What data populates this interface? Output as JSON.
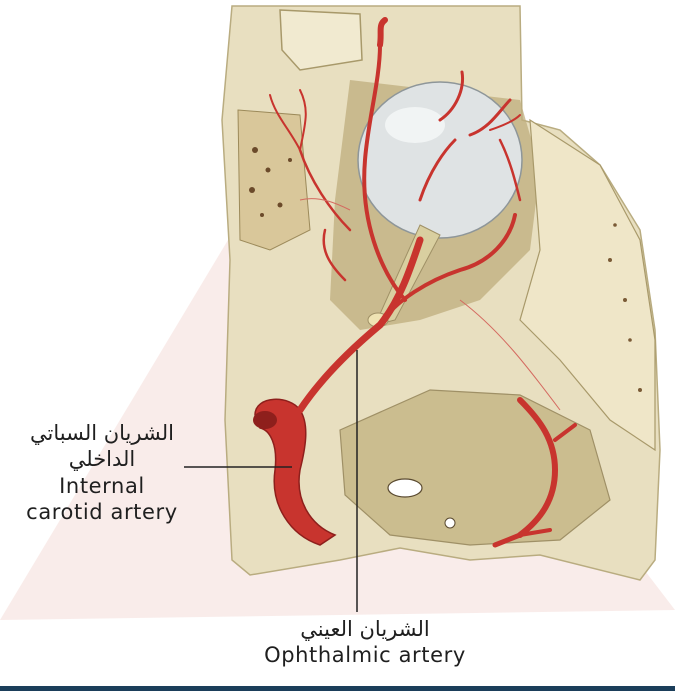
{
  "labels": {
    "internal_carotid": {
      "arabic_line1": "الشريان السباتي",
      "arabic_line2": "الداخلي",
      "english_line1": "Internal",
      "english_line2": "carotid artery"
    },
    "ophthalmic": {
      "arabic": "الشريان العيني",
      "english": "Ophthalmic artery"
    }
  },
  "colors": {
    "bone": "#e8dfc0",
    "bone_shade": "#cfc39a",
    "artery": "#c8342e",
    "artery_dark": "#8e1f1c",
    "eyeball": "#dfe3e4",
    "leader": "#222222",
    "watermark": "#f6e4e1",
    "bottom_rule": "#1b3e5a"
  }
}
